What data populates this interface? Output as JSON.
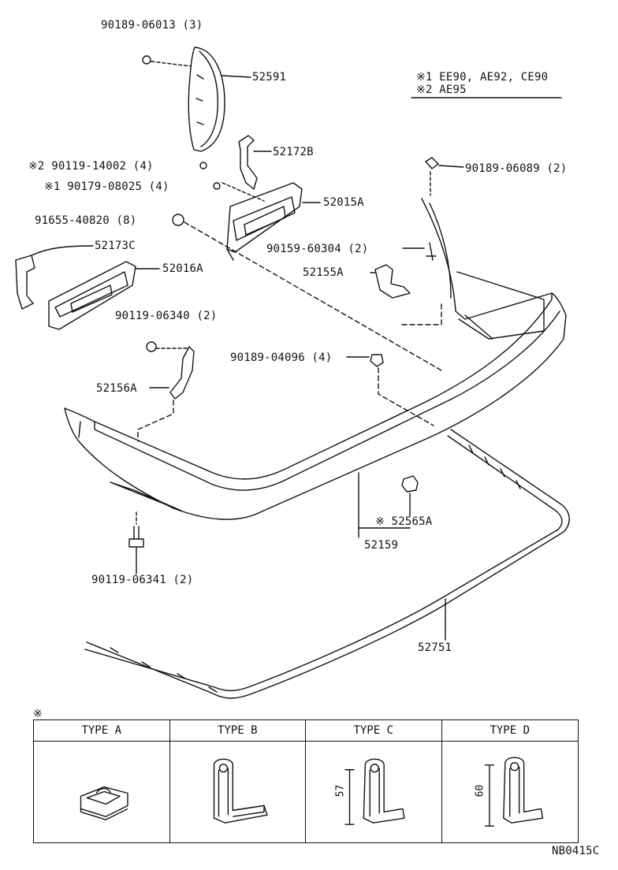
{
  "legend": {
    "note1": "※1 EE90, AE92, CE90",
    "note2": "※2 AE95"
  },
  "callouts": {
    "p90189_06013": "90189-06013 (3)",
    "p52591": "52591",
    "p52172b": "52172B",
    "p90119_14002": "※2  90119-14002 (4)",
    "p90179_08025": "※1  90179-08025 (4)",
    "p52015a": "52015A",
    "p91655_40820": "91655-40820 (8)",
    "p52173c": "52173C",
    "p52016a": "52016A",
    "p90189_06089": "90189-06089 (2)",
    "p90159_60304": "90159-60304 (2)",
    "p52155a": "52155A",
    "p90119_06340": "90119-06340 (2)",
    "p90189_04096": "90189-04096 (4)",
    "p52156a": "52156A",
    "p52565a": "※  52565A",
    "p52159": "52159",
    "p90119_06341": "90119-06341 (2)",
    "p52751": "52751"
  },
  "table": {
    "marker": "※",
    "headers": [
      "TYPE  A",
      "TYPE  B",
      "TYPE  C",
      "TYPE  D"
    ],
    "dim_c": "57",
    "dim_d": "60"
  },
  "figure_code": "NB0415C"
}
